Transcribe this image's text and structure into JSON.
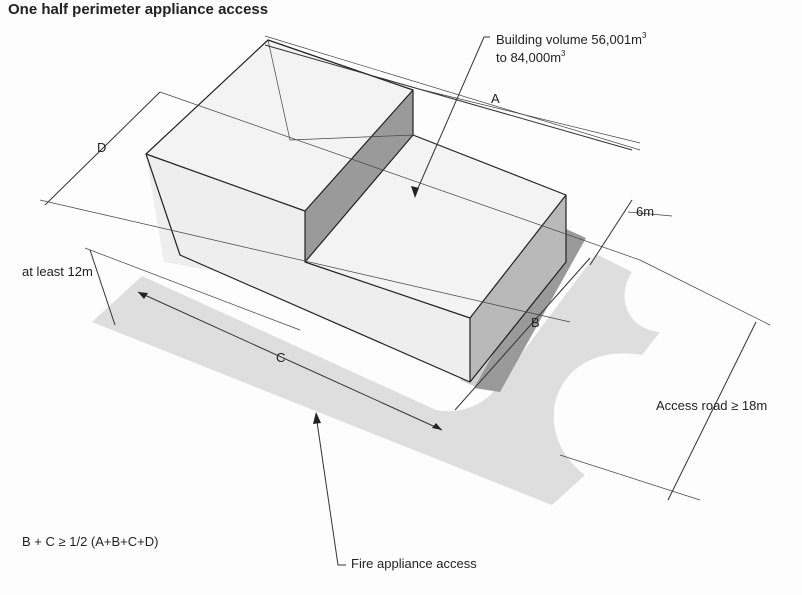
{
  "title": "One half perimeter appliance access",
  "labels": {
    "building_volume_line1": "Building volume 56,001m",
    "building_volume_line2": "to 84,000m",
    "superscript": "3",
    "dim_a": "A",
    "dim_b": "B",
    "dim_c": "C",
    "dim_d": "D",
    "dim_6m": "6m",
    "at_least": "at least 12m",
    "access_road": "Access road ≥ 18m",
    "fire_access": "Fire appliance access",
    "formula": "B + C ≥ 1/2 (A+B+C+D)"
  },
  "colors": {
    "road": "#dedede",
    "shadow": "#cfcfcf",
    "roof": "#f3f3f3",
    "left_face": "#e6e6e6",
    "front_face": "#eeeeee",
    "dark_face": "#9a9a9a",
    "mid_face": "#b9b9b9"
  }
}
